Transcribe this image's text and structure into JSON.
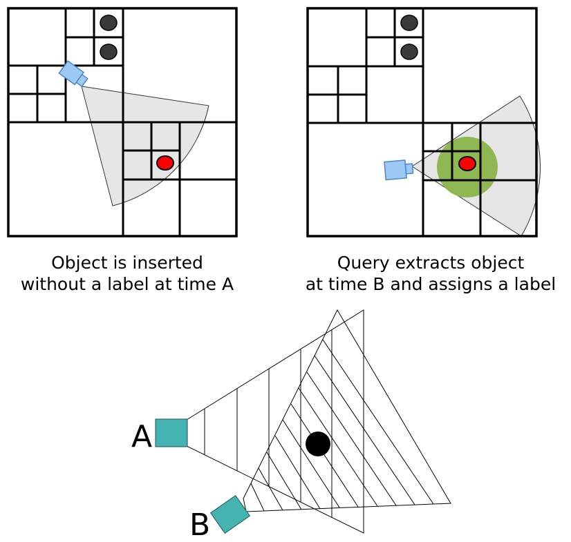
{
  "panel_a": {
    "caption_line1": "Object is inserted",
    "caption_line2": "without a label at time A",
    "colors": {
      "camera": "#9ec9f5",
      "camera_stroke": "#4a86c5",
      "cone": "#e6e6e6",
      "object": "#ff0000",
      "stored_object": "#3a3a3a"
    }
  },
  "panel_b": {
    "caption_line1": "Query extracts object",
    "caption_line2": "at time B and assigns a label",
    "colors": {
      "camera": "#9ec9f5",
      "query_region": "#8bb54a",
      "cone": "#e6e6e6",
      "object": "#ff0000",
      "stored_object": "#3a3a3a"
    }
  },
  "overlap": {
    "camera_a_label": "A",
    "camera_b_label": "B",
    "colors": {
      "camera": "#45b3b0",
      "object": "#000000"
    }
  }
}
